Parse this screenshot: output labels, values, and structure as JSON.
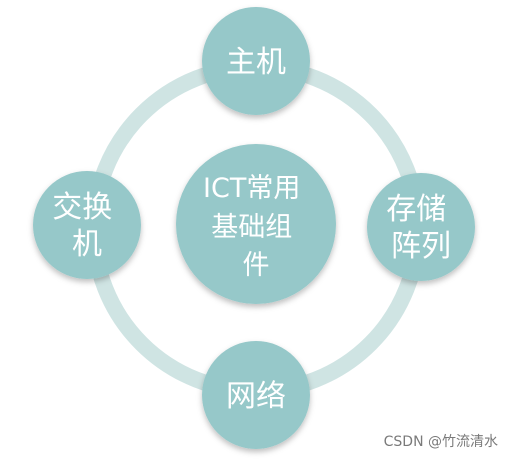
{
  "diagram": {
    "center": {
      "lines": [
        "ICT常用",
        "基础组",
        "件"
      ]
    },
    "nodes": {
      "top": {
        "lines": [
          "主机"
        ]
      },
      "right": {
        "lines": [
          "存储",
          "阵列"
        ]
      },
      "bottom": {
        "lines": [
          "网络"
        ]
      },
      "left": {
        "lines": [
          "交换",
          "机"
        ]
      }
    }
  },
  "colors": {
    "node_fill": "#96C8C9",
    "ring": "#CFE4E3",
    "text": "#FFFFFF"
  },
  "watermark": "CSDN @竹流清水"
}
